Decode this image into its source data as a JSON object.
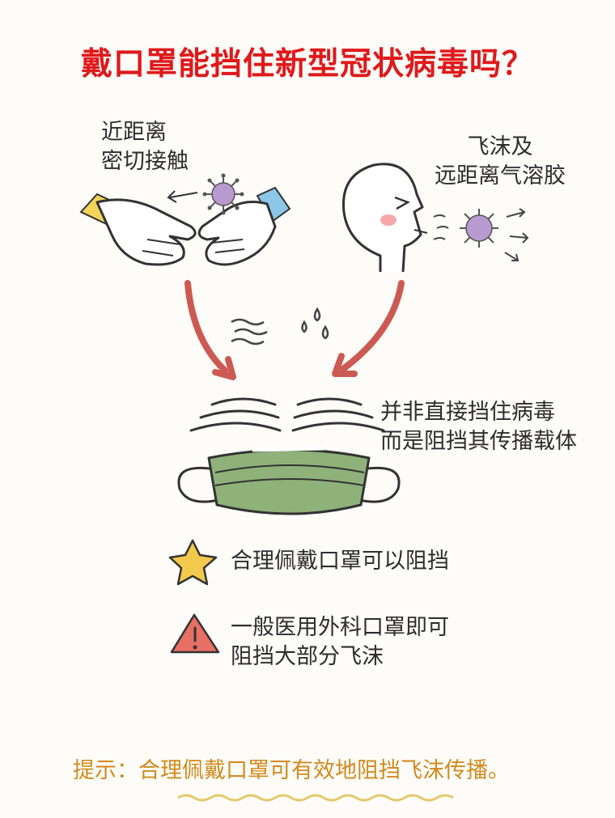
{
  "title": "戴口罩能挡住新型冠状病毒吗？",
  "labels": {
    "contact_line1": "近距离",
    "contact_line2": "密切接触",
    "droplet_line1": "飞沫及",
    "droplet_line2": "远距离气溶胶",
    "mask_line1": "并非直接挡住病毒",
    "mask_line2": "而是阻挡其传播载体"
  },
  "points": [
    {
      "icon": "star-icon",
      "text": "合理佩戴口罩可以阻挡"
    },
    {
      "icon": "warning-icon",
      "text_line1": "一般医用外科口罩即可",
      "text_line2": "阻挡大部分飞沫"
    }
  ],
  "hint": "提示：合理佩戴口罩可有效地阻挡飞沫传播。",
  "colors": {
    "title": "#e0191b",
    "arrow": "#cc5a52",
    "mask": "#8fb27a",
    "virus": "#b89ad0",
    "star": "#f3c94d",
    "warning": "#e86f64",
    "hint": "#d28a1e"
  }
}
